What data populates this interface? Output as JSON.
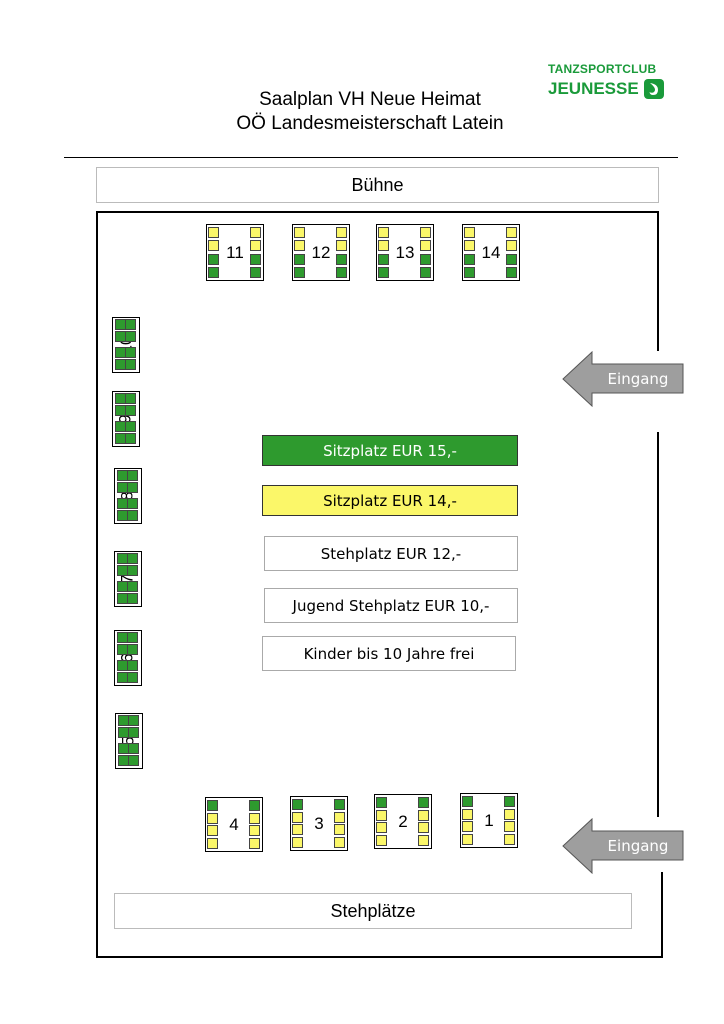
{
  "header": {
    "title_line1": "Saalplan VH Neue Heimat",
    "title_line2": "OÖ Landesmeisterschaft Latein",
    "logo_line1": "TANZSPORTCLUB",
    "logo_line2": "JEUNESSE"
  },
  "stage_label": "Bühne",
  "standing_area_label": "Stehplätze",
  "entrances": [
    "Eingang",
    "Eingang"
  ],
  "legend": [
    {
      "label": "Sitzplatz EUR 15,-",
      "color": "#2e9a2e",
      "text_color": "#ffffff"
    },
    {
      "label": "Sitzplatz EUR 14,-",
      "color": "#fbf769",
      "text_color": "#000000"
    },
    {
      "label": "Stehplatz EUR 12,-",
      "color": "#ffffff",
      "text_color": "#000000"
    },
    {
      "label": "Jugend Stehplatz EUR 10,-",
      "color": "#ffffff",
      "text_color": "#000000"
    },
    {
      "label": "Kinder bis 10 Jahre frei",
      "color": "#ffffff",
      "text_color": "#000000"
    }
  ],
  "tables": [
    {
      "number": "1",
      "seats": "yellow-inner"
    },
    {
      "number": "2",
      "seats": "yellow-inner"
    },
    {
      "number": "3",
      "seats": "yellow-inner"
    },
    {
      "number": "4",
      "seats": "yellow-inner"
    },
    {
      "number": "5",
      "seats": "green"
    },
    {
      "number": "6",
      "seats": "green"
    },
    {
      "number": "7",
      "seats": "green"
    },
    {
      "number": "8",
      "seats": "green"
    },
    {
      "number": "9",
      "seats": "green"
    },
    {
      "number": "10",
      "seats": "green"
    },
    {
      "number": "11",
      "seats": "yellow-top"
    },
    {
      "number": "12",
      "seats": "yellow-top"
    },
    {
      "number": "13",
      "seats": "yellow-top"
    },
    {
      "number": "14",
      "seats": "yellow-top"
    }
  ],
  "colors": {
    "green": "#2e9a2e",
    "yellow": "#fbf769",
    "arrow": "#9e9e9e",
    "logo": "#1a9a3a"
  }
}
